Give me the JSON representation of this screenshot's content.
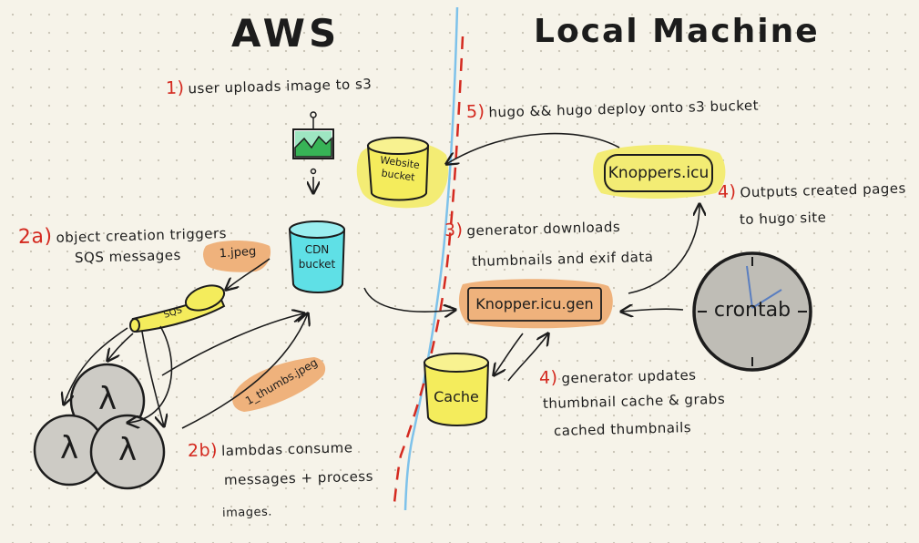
{
  "titles": {
    "aws": "AWS",
    "local": "Local Machine"
  },
  "steps": {
    "s1": {
      "num": "1)",
      "text": "user uploads image to s3"
    },
    "s2a": {
      "num": "2a)",
      "line1": "object creation triggers",
      "line2": "SQS messages"
    },
    "s2b": {
      "num": "2b)",
      "line1": "lambdas consume",
      "line2": "messages + process",
      "line3": "images."
    },
    "s3": {
      "num": "3)",
      "line1": "generator downloads",
      "line2": "thumbnails and exif data"
    },
    "s4a": {
      "num": "4)",
      "line1": "Outputs created pages",
      "line2": "to hugo site"
    },
    "s4b": {
      "num": "4)",
      "line1": "generator updates",
      "line2": "thumbnail cache & grabs",
      "line3": "cached thumbnails"
    },
    "s5": {
      "num": "5)",
      "text": "hugo && hugo deploy onto s3 bucket"
    }
  },
  "nodes": {
    "website_bucket": {
      "line1": "Website",
      "line2": "bucket"
    },
    "cdn_bucket": {
      "line1": "CDN",
      "line2": "bucket"
    },
    "knoppers_icu": "Knoppers.icu",
    "generator": "Knopper.icu.gen",
    "cache": "Cache",
    "crontab": "crontab",
    "sqs": "SQS",
    "jpeg_tag": "1.jpeg",
    "thumbs_tag": "1_thumbs.jpeg",
    "lambda_symbol": "λ"
  },
  "colors": {
    "step_number": "#d42a20",
    "highlight_yellow": "#f3ec74",
    "highlight_orange": "#efb27c",
    "cdn_cyan": "#5fe0e6",
    "sqs_yellow": "#f4ec5c",
    "boundary_red": "#d42a20",
    "boundary_blue": "#7ec2ea",
    "lambda_gray": "#cdcbc5"
  }
}
